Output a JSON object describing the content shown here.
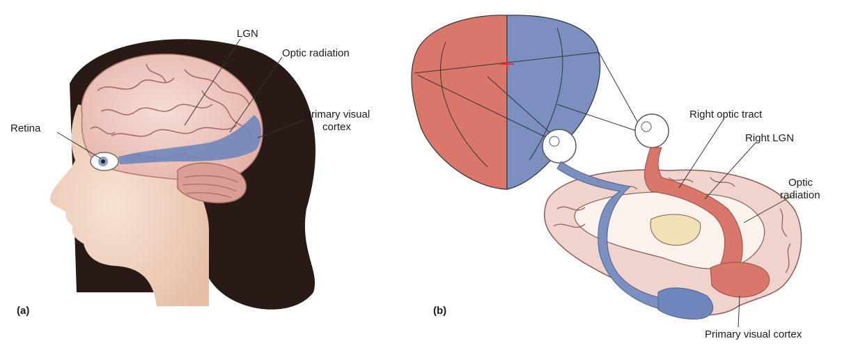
{
  "panel_a": {
    "tag": "(a)",
    "labels": {
      "lgn": "LGN",
      "optic_radiation": "Optic radiation",
      "primary_visual_cortex_line1": "Primary visual",
      "primary_visual_cortex_line2": "cortex",
      "retina": "Retina"
    }
  },
  "panel_b": {
    "tag": "(b)",
    "labels": {
      "right_optic_tract": "Right optic tract",
      "right_lgn": "Right LGN",
      "optic_radiation_line1": "Optic",
      "optic_radiation_line2": "radiation",
      "primary_visual_cortex": "Primary visual cortex"
    }
  },
  "colors": {
    "left_field_red": "#d9786a",
    "right_field_blue": "#7b90c0",
    "brain_pink": "#efcfc9",
    "hair": "#2a1a16",
    "skin": "#f1d6c4",
    "cortex_blue": "#6f86bd"
  }
}
